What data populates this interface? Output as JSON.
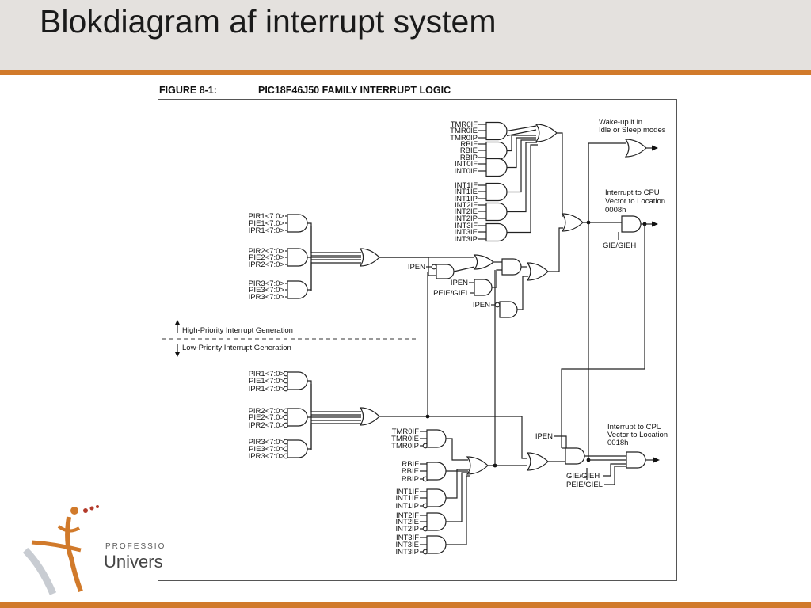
{
  "slide": {
    "title": "Blokdiagram af interrupt system",
    "brand_small": "PROFESSIO",
    "brand_large": "Univers"
  },
  "figure": {
    "label": "FIGURE 8-1:",
    "caption": "PIC18F46J50 FAMILY INTERRUPT LOGIC"
  },
  "diagram": {
    "hi_top_inputs": [
      "TMR0IF",
      "TMR0IE",
      "TMR0IP",
      "RBIF",
      "RBIE",
      "RBIP",
      "INT0IF",
      "INT0IE",
      "INT1IF",
      "INT1IE",
      "INT1IP",
      "INT2IF",
      "INT2IE",
      "INT2IP",
      "INT3IF",
      "INT3IE",
      "INT3IP"
    ],
    "hi_pir_inputs": [
      "PIR1<7:0>",
      "PIE1<7:0>",
      "IPR1<7:0>",
      "PIR2<7:0>",
      "PIE2<7:0>",
      "IPR2<7:0>",
      "PIR3<7:0>",
      "PIE3<7:0>",
      "IPR3<7:0>"
    ],
    "lo_pir_inputs": [
      "PIR1<7:0>",
      "PIE1<7:0>",
      "IPR1<7:0>",
      "PIR2<7:0>",
      "PIE2<7:0>",
      "IPR2<7:0>",
      "PIR3<7:0>",
      "PIE3<7:0>",
      "IPR3<7:0>"
    ],
    "lo_bot_inputs": [
      "TMR0IF",
      "TMR0IE",
      "TMR0IP",
      "RBIF",
      "RBIE",
      "RBIP",
      "INT1IF",
      "INT1IE",
      "INT1IP",
      "INT2IF",
      "INT2IE",
      "INT2IP",
      "INT3IF",
      "INT3IE",
      "INT3IP"
    ],
    "wake_line1": "Wake-up if in",
    "wake_line2": "Idle or Sleep modes",
    "hi_vec_line1": "Interrupt to CPU",
    "hi_vec_line2": "Vector to Location",
    "hi_vec_line3": "0008h",
    "gie_gieh": "GIE/GIEH",
    "lo_vec_line1": "Interrupt to CPU",
    "lo_vec_line2": "Vector to Location",
    "lo_vec_line3": "0018h",
    "ipen_1": "IPEN",
    "ipen_2": "IPEN",
    "peie_giel": "PEIE/GIEL",
    "ipen_3": "IPEN",
    "ipen_4": "IPEN",
    "gie_gieh_2": "GIE/GIEH",
    "peie_giel_2": "PEIE/GIEL",
    "hi_priority": "High-Priority Interrupt Generation",
    "lo_priority": "Low-Priority Interrupt Generation"
  }
}
